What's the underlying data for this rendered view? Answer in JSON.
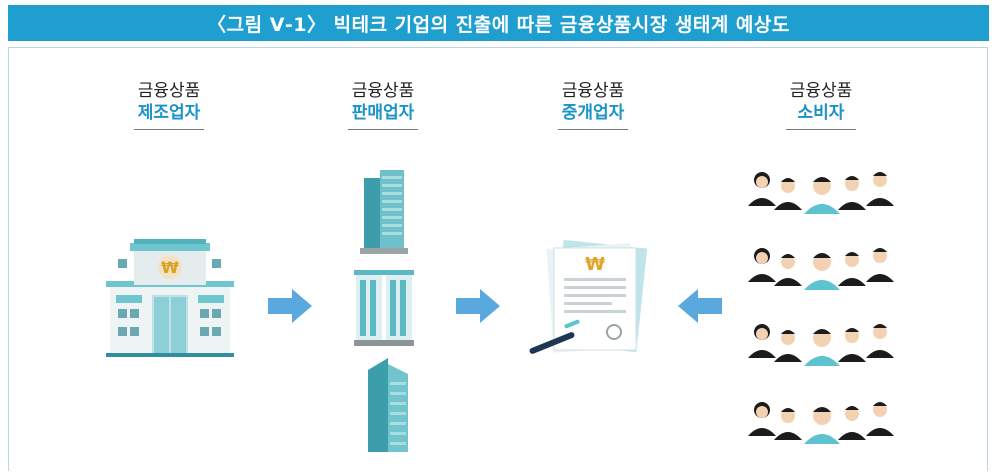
{
  "title": "〈그림 Ⅴ-1〉 빅테크 기업의 진출에 따른 금융상품시장 생태계 예상도",
  "columns": [
    {
      "line1": "금융상품",
      "line2": "제조업자"
    },
    {
      "line1": "금융상품",
      "line2": "판매업자"
    },
    {
      "line1": "금융상품",
      "line2": "중개업자"
    },
    {
      "line1": "금융상품",
      "line2": "소비자"
    }
  ],
  "won_symbol": "₩",
  "colors": {
    "title_bg": "#1e9fd0",
    "accent": "#1a93c8",
    "arrow": "#5aa9de",
    "building": "#5cc3cf"
  }
}
